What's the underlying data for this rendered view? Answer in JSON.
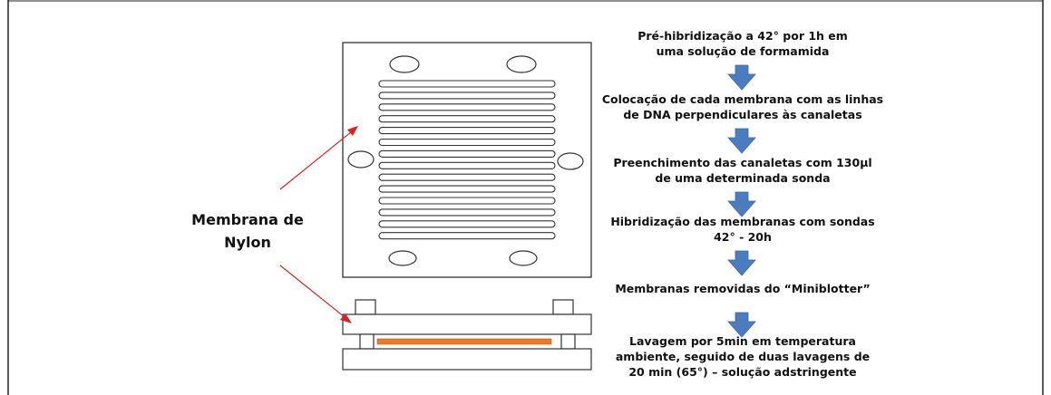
{
  "label": {
    "line1": "Membrana de",
    "line2": "Nylon"
  },
  "steps": [
    {
      "line1": "Pré-hibridização a 42° por 1h em",
      "line2": "uma solução de formamida"
    },
    {
      "line1": "Colocação de cada membrana com as linhas",
      "line2": "de DNA perpendiculares às canaletas"
    },
    {
      "line1": "Preenchimento das canaletas com 130µl",
      "line2": "de uma determinada sonda"
    },
    {
      "line1": "Hibridização das membranas com sondas",
      "line2": "42° - 20h"
    },
    {
      "line1": "Membranas removidas do “Miniblotter”"
    },
    {
      "line1": "Lavagem por 5min em temperatura",
      "line2": "ambiente, seguido de duas lavagens de",
      "line3": "20 min (65°) – solução adstringente"
    }
  ],
  "colors": {
    "arrow_fill": "#4a7cbf",
    "arrow_stroke": "#3a6aa8",
    "pointer": "#e0201e",
    "membrane_strip": "#f07a20",
    "outline": "#333333"
  }
}
